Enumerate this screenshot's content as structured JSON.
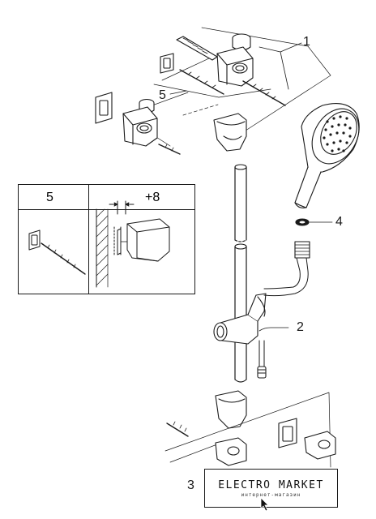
{
  "callouts": {
    "c1": "1",
    "c2": "2",
    "c4": "4",
    "c5": "5",
    "c3": "3"
  },
  "inset": {
    "left_label": "5",
    "right_label": "+8"
  },
  "logo": {
    "name": "ELECTRO MARKET",
    "sub": "интернет-магазин"
  },
  "colors": {
    "line": "#1a1a1a",
    "fill": "#ffffff",
    "shade": "#d9d9d9"
  }
}
